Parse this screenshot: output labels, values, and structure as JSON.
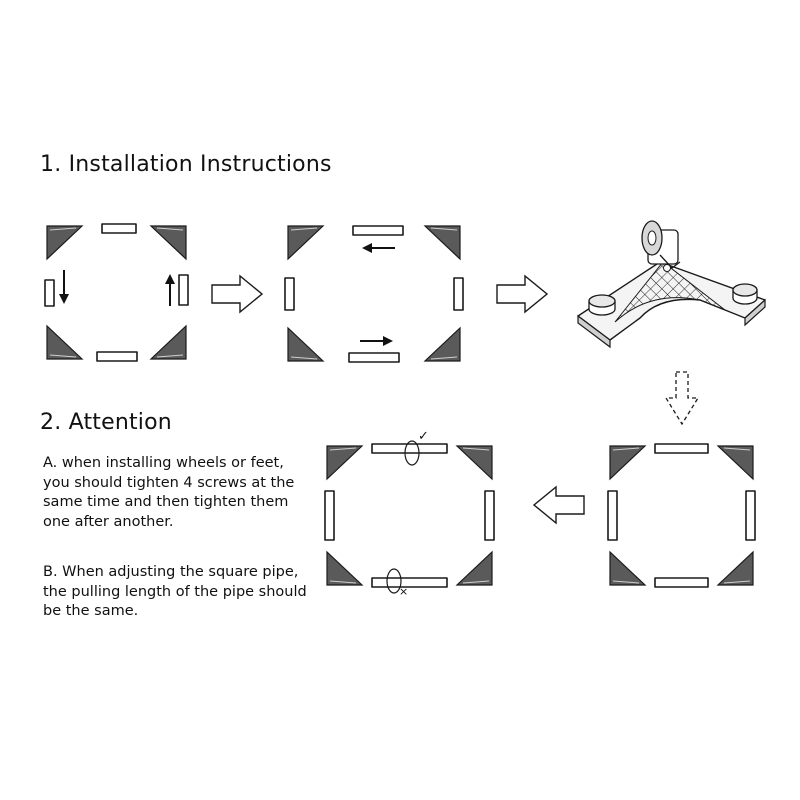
{
  "section1": {
    "title": "1. Installation Instructions"
  },
  "section2": {
    "title": "2. Attention",
    "note_a": "A. when installing wheels or feet, you should tighten 4 screws at the same time and then tighten them one after another.",
    "note_b": "B. When adjusting the square pipe, the pulling length of the pipe should be the same."
  },
  "marks": {
    "correct": "✓",
    "incorrect": "×"
  },
  "icons": [
    "corner-bracket-icon",
    "wheel-caster-icon",
    "arrow-right-icon",
    "arrow-down-icon",
    "arrow-left-icon"
  ]
}
